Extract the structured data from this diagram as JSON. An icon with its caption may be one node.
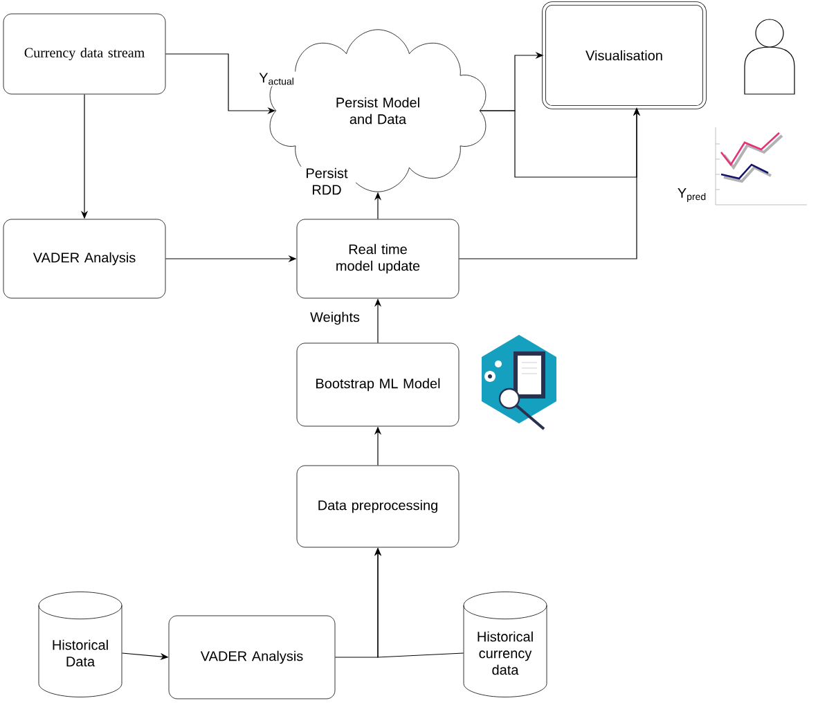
{
  "diagram": {
    "nodes": [
      {
        "text": [
          "Currency data stream"
        ]
      },
      {
        "text": [
          "Persist Model and Data"
        ]
      },
      {
        "text": [
          "Visualisation"
        ]
      },
      {
        "text": [
          "VADER Analysis"
        ]
      },
      {
        "text": [
          "Real time model update"
        ]
      },
      {
        "text": [
          "Bootstrap ML Model"
        ]
      },
      {
        "text": [
          "Data preprocessing"
        ]
      },
      {
        "text": [
          "Historical Data"
        ]
      },
      {
        "text": [
          "VADER Analysis"
        ]
      },
      {
        "text": [
          "Historical currency data"
        ]
      }
    ],
    "edges": [
      {
        "from": 0,
        "to": 1,
        "arrow": "to",
        "label": "Y$_{actual}$"
      },
      {
        "from": 0,
        "to": 3,
        "arrow": "to"
      },
      {
        "from": 3,
        "to": 4,
        "arrow": "to"
      },
      {
        "from": 4,
        "to": 1,
        "arrow": "to",
        "label": "Persist RDD"
      },
      {
        "from": 1,
        "to": 2,
        "arrow": "to"
      },
      {
        "from": 1,
        "to": 2,
        "arrow": "to"
      },
      {
        "from": 4,
        "to": 2,
        "arrow": "to"
      },
      {
        "from": 5,
        "to": 4,
        "arrow": "to",
        "label": "Weights"
      },
      {
        "from": 6,
        "to": 5,
        "arrow": "to"
      },
      {
        "from": 7,
        "to": 8,
        "arrow": "to"
      },
      {
        "from": 8,
        "to": 6,
        "arrow": "to"
      },
      {
        "from": 9,
        "to": 6,
        "arrow": "to"
      }
    ],
    "labels": [
      "Y$_{pred}$"
    ]
  }
}
